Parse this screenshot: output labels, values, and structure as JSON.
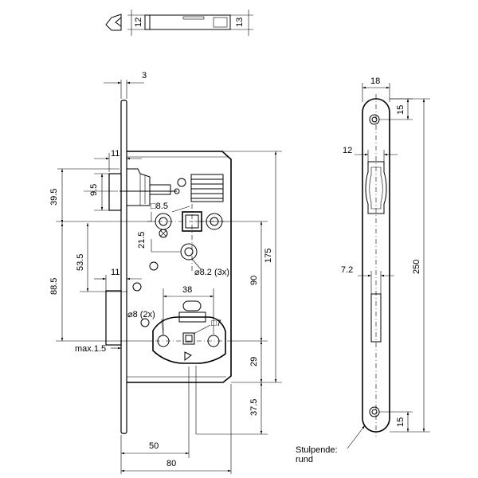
{
  "top_view": {
    "dim_left": "12",
    "dim_right": "13"
  },
  "front_view": {
    "dims": {
      "faceplate_thickness": "3",
      "latch_projection": "11",
      "latch_height": "9.5",
      "latch_from_top": "39.5",
      "square_size": "□8.5",
      "follower_offset": "21.5",
      "backset_offset": "53.5",
      "distance": "88.5",
      "bolt_projection": "11",
      "screw_holes": "⌀8.2 (3x)",
      "height_175": "175",
      "height_90": "90",
      "rosette_38": "38",
      "holes_8": "⌀8 (2x)",
      "square_7": "□7",
      "max_projection": "max.1.5",
      "dim_29": "29",
      "dim_37_5": "37.5",
      "backset_50": "50",
      "depth_80": "80"
    }
  },
  "side_view": {
    "dims": {
      "width": "18",
      "top_hole": "15",
      "latch_width": "12",
      "height_total": "250",
      "bolt_width": "7.2",
      "bottom_hole": "15"
    },
    "note_line1": "Stulpende:",
    "note_line2": "rund"
  }
}
